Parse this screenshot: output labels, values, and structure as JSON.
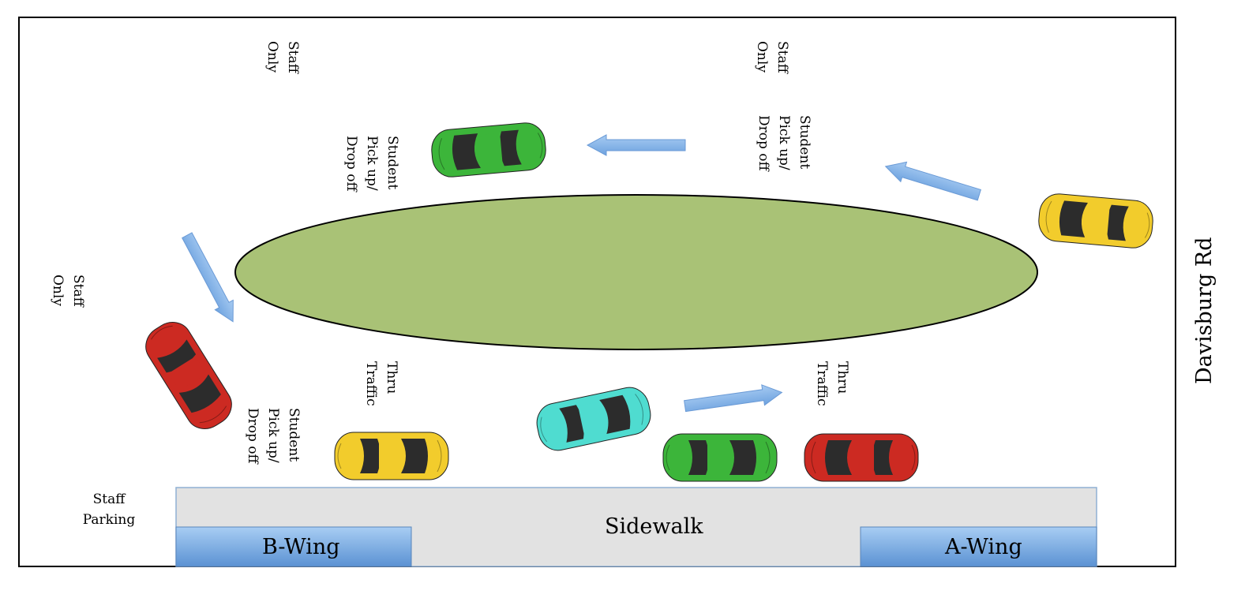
{
  "road": {
    "name": "Davisburg Rd"
  },
  "sidewalk": {
    "label": "Sidewalk"
  },
  "wings": {
    "b": "B-Wing",
    "a": "A-Wing"
  },
  "labels": {
    "staff_only": "Staff\nOnly",
    "student_pickup": "Student\nPick up/\nDrop off",
    "thru_traffic": "Thru\nTraffic",
    "staff_parking": "Staff\nParking"
  },
  "colors": {
    "island": "#a9c276",
    "arrow": "#7fb0e6",
    "sidewalk": "#e2e2e2",
    "wing": "#6fa3dd",
    "car_green": "#3cb53a",
    "car_yellow": "#f2cc2c",
    "car_red": "#cc2a22",
    "car_cyan": "#4fdcd0"
  },
  "cars": [
    {
      "color": "green",
      "direction": "left"
    },
    {
      "color": "yellow",
      "direction": "left"
    },
    {
      "color": "red",
      "direction": "down"
    },
    {
      "color": "yellow",
      "direction": "right"
    },
    {
      "color": "cyan",
      "direction": "right"
    },
    {
      "color": "green",
      "direction": "right"
    },
    {
      "color": "red",
      "direction": "left"
    }
  ]
}
